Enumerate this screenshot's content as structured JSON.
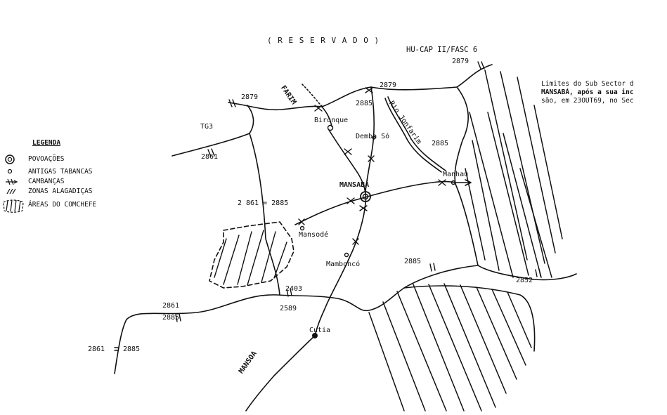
{
  "header": {
    "reserved": "( R E S E R V A D O )",
    "reference": "HU-CAP II/FASC 6"
  },
  "note": {
    "lines": [
      "Limites do Sub Sector d",
      "MANSABÁ, após a sua inc",
      "são, em 23OUT69, no Sec"
    ]
  },
  "legend": {
    "title": "LEGENDA",
    "items": [
      {
        "symbol": "povoacao-icon",
        "label": "POVOAÇÕES"
      },
      {
        "symbol": "antiga-tabanca-icon",
        "label": "ANTIGAS TABANCAS"
      },
      {
        "symbol": "cambanca-icon",
        "label": "CAMBANÇAS"
      },
      {
        "symbol": "zona-alagadica-icon",
        "label": "ZONAS ALAGADIÇAS"
      },
      {
        "symbol": "area-comchefe-icon",
        "label": "ÁREAS DO COMCHEFE"
      }
    ]
  },
  "places": {
    "mansaba": "MANSABÁ",
    "bironque": "Bironque",
    "demba_so": "Demba Só",
    "manhau": "Manhau",
    "mansode": "Mansodé",
    "mamboncó": "Mamboncó",
    "cutia": "Cutia"
  },
  "roads": {
    "farim": "FARIM",
    "mansoa": "MANSOA",
    "rio_jonfarim": "Rio Jonfarim"
  },
  "labels": {
    "tg3": "TG3",
    "l2879_top_right": "2879",
    "l2879_left": "2879",
    "l2879_center": "2879",
    "l2885_center": "2885",
    "l2885_right": "2885",
    "l2861_left": "2861",
    "l2861_2885": "2 861 = 2885",
    "l2885_mid": "2885",
    "l2852": "2852",
    "l2403": "2403",
    "l2589": "2589",
    "l2861_low": "2861",
    "l2885_low": "2885",
    "l2861_bottom": "2861",
    "l2885_bottom": "2885"
  }
}
